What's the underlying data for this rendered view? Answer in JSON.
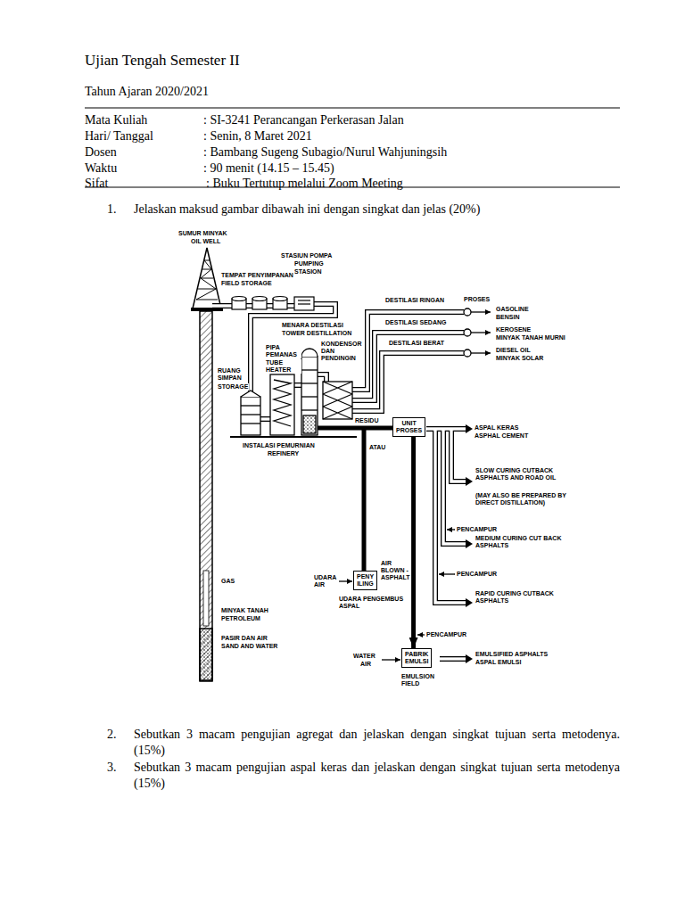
{
  "diagram": {
    "title": "Ujian Tengah Semester II",
    "nodes": [
      {
        "text": [
          "UNIT PROSES"
        ]
      },
      {
        "text": [
          "PENY ILING"
        ]
      },
      {
        "text": [
          "PABRIK EMULSI"
        ]
      }
    ],
    "edges": [
      {
        "from": 0,
        "to": 2,
        "arrow": "to"
      }
    ],
    "labels": [
      "Tahun Ajaran 2020/2021",
      "Mata Kuliah",
      ": SI-3241 Perancangan Perkerasan Jalan",
      "Hari/ Tanggal",
      ": Senin, 8 Maret 2021",
      "Dosen",
      ": Bambang Sugeng Subagio/Nurul Wahjuningsih",
      "Waktu",
      ": 90 menit (14.15 – 15.45)",
      "Sifat",
      ": Buku Tertutup melalui Zoom Meeting",
      "1.",
      "Jelaskan maksud gambar dibawah ini dengan singkat dan jelas (20%)",
      "SUMUR MINYAK",
      "OIL WELL",
      "STASIUN POMPA",
      "PUMPING",
      "STASION",
      "TEMPAT PENYIMPANAN",
      "FIELD STORAGE",
      "DESTILASI RINGAN",
      "PROSES",
      "DESTILASI SEDANG",
      "DESTILASI BERAT",
      "GASOLINE",
      "BENSIN",
      "KEROSENE",
      "MINYAK TANAH MURNI",
      "DIESEL OIL",
      "MINYAK SOLAR",
      "MENARA DESTILASI",
      "TOWER DESTILLATION",
      "PIPA PEMANAS",
      "TUBE HEATER",
      "KONDENSOR DAN PENDINGIN",
      "RUANG SIMPAN",
      "STORAGE",
      "RESIDU",
      "ATAU",
      "INSTALASI PEMURNIAN",
      "REFINERY",
      "ASPAL KERAS",
      "ASPHAL CEMENT",
      "SLOW CURING CUTBACK ASPHALTS AND ROAD OIL",
      "(MAY ALSO BE PREPARED BY DIRECT DISTILLATION)",
      "PENCAMPUR",
      "MEDIUM CURING CUT BACK ASPHALTS",
      "PENCAMPUR",
      "UDARA AIR",
      "AIR BLOWN - ASPHALT",
      "UDARA PENGEMBUS ASPAL",
      "RAPID CURING CUTBACK ASPHALTS",
      "PENCAMPUR",
      "GAS",
      "MINYAK TANAH",
      "PETROLEUM",
      "PASIR DAN AIR",
      "SAND AND WATER",
      "WATER",
      "AIR",
      "EMULSION FIELD",
      "EMULSIFIED ASPHALTS",
      "ASPAL EMULSI",
      "2.",
      "Sebutkan 3 macam pengujian agregat dan jelaskan dengan singkat tujuan serta metodenya. (15%)",
      "3.",
      "Sebutkan 3 macam pengujian aspal keras dan jelaskan dengan singkat tujuan serta metodenya (15%)"
    ]
  }
}
